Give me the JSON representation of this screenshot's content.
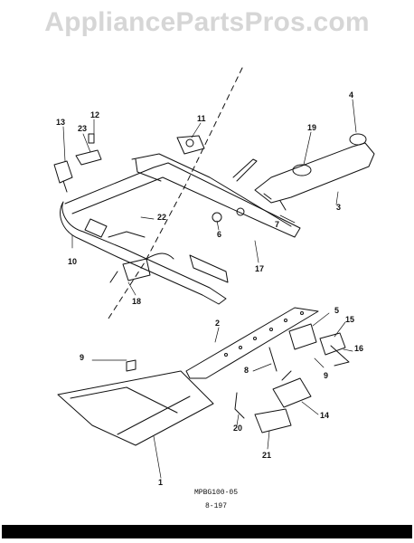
{
  "watermark": "AppliancePartsPros.com",
  "callouts": [
    "13",
    "12",
    "23",
    "11",
    "19",
    "4",
    "22",
    "6",
    "7",
    "3",
    "10",
    "17",
    "18",
    "5",
    "15",
    "2",
    "16",
    "9",
    "9",
    "8",
    "14",
    "20",
    "21",
    "1"
  ],
  "footer": {
    "model_code": "MPBG100-05",
    "page_code": "8-197"
  },
  "colors": {
    "ink": "#111111",
    "watermark": "#d6d6d6",
    "bar": "#000000"
  }
}
